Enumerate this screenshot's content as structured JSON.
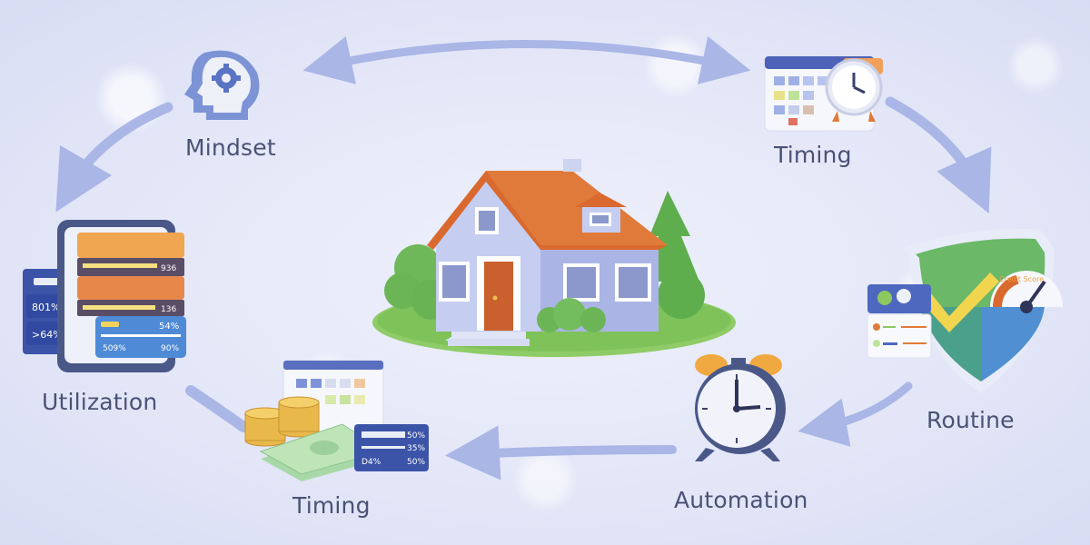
{
  "diagram": {
    "type": "cycle",
    "center": {
      "name": "house",
      "icon": "house-icon"
    },
    "nodes": [
      {
        "id": "mindset",
        "label": "Mindset",
        "icon": "head-gear-icon"
      },
      {
        "id": "timing-top",
        "label": "Timing",
        "icon": "calendar-clock-icon"
      },
      {
        "id": "routine",
        "label": "Routine",
        "icon": "shield-credit-score-icon"
      },
      {
        "id": "automation",
        "label": "Automation",
        "icon": "alarm-clock-icon"
      },
      {
        "id": "timing-bottom",
        "label": "Timing",
        "icon": "coins-cash-calendar-icon"
      },
      {
        "id": "utilization",
        "label": "Utilization",
        "icon": "phone-credit-cards-icon"
      }
    ],
    "edges": [
      {
        "from": "mindset",
        "to": "timing-top",
        "bidirectional": true
      },
      {
        "from": "timing-top",
        "to": "routine"
      },
      {
        "from": "routine",
        "to": "automation"
      },
      {
        "from": "automation",
        "to": "timing-bottom"
      },
      {
        "from": "timing-bottom",
        "to": "utilization"
      },
      {
        "from": "mindset",
        "to": "utilization"
      }
    ]
  },
  "utilization_widget": {
    "side_panel": [
      "801%",
      ">64%"
    ],
    "cards": [
      "936",
      "136",
      "54%"
    ],
    "card_bottom": [
      "509%",
      "90%"
    ]
  },
  "timing_bottom_widget": {
    "rows": [
      "50%",
      "35%",
      "50%"
    ],
    "row_label": "D4%"
  },
  "routine_widget": {
    "gauge_label": "Credit Score"
  },
  "colors": {
    "arrow": "#a9b6e6",
    "label": "#4a5275",
    "roof": "#d9692e",
    "wall": "#b9c3ec",
    "grass": "#7fc25a",
    "accent_blue": "#3f5bb5",
    "accent_orange": "#f0a93a"
  }
}
